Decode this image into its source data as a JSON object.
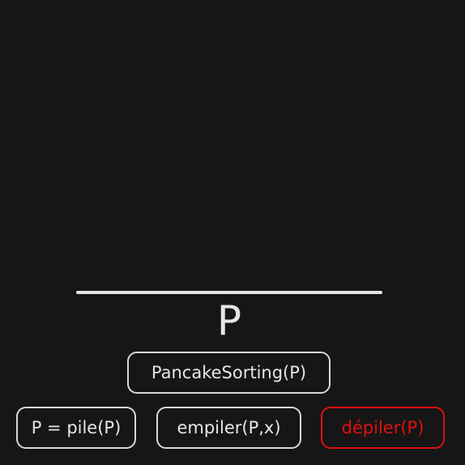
{
  "stack": {
    "name": "P"
  },
  "buttons": {
    "sort_label": "PancakeSorting(P)",
    "pile_label": "P = pile(P)",
    "push_label": "empiler(P,x)",
    "pop_label": "dépiler(P)"
  },
  "colors": {
    "background": "#161616",
    "foreground": "#e6e6e6",
    "danger": "#e01010"
  }
}
